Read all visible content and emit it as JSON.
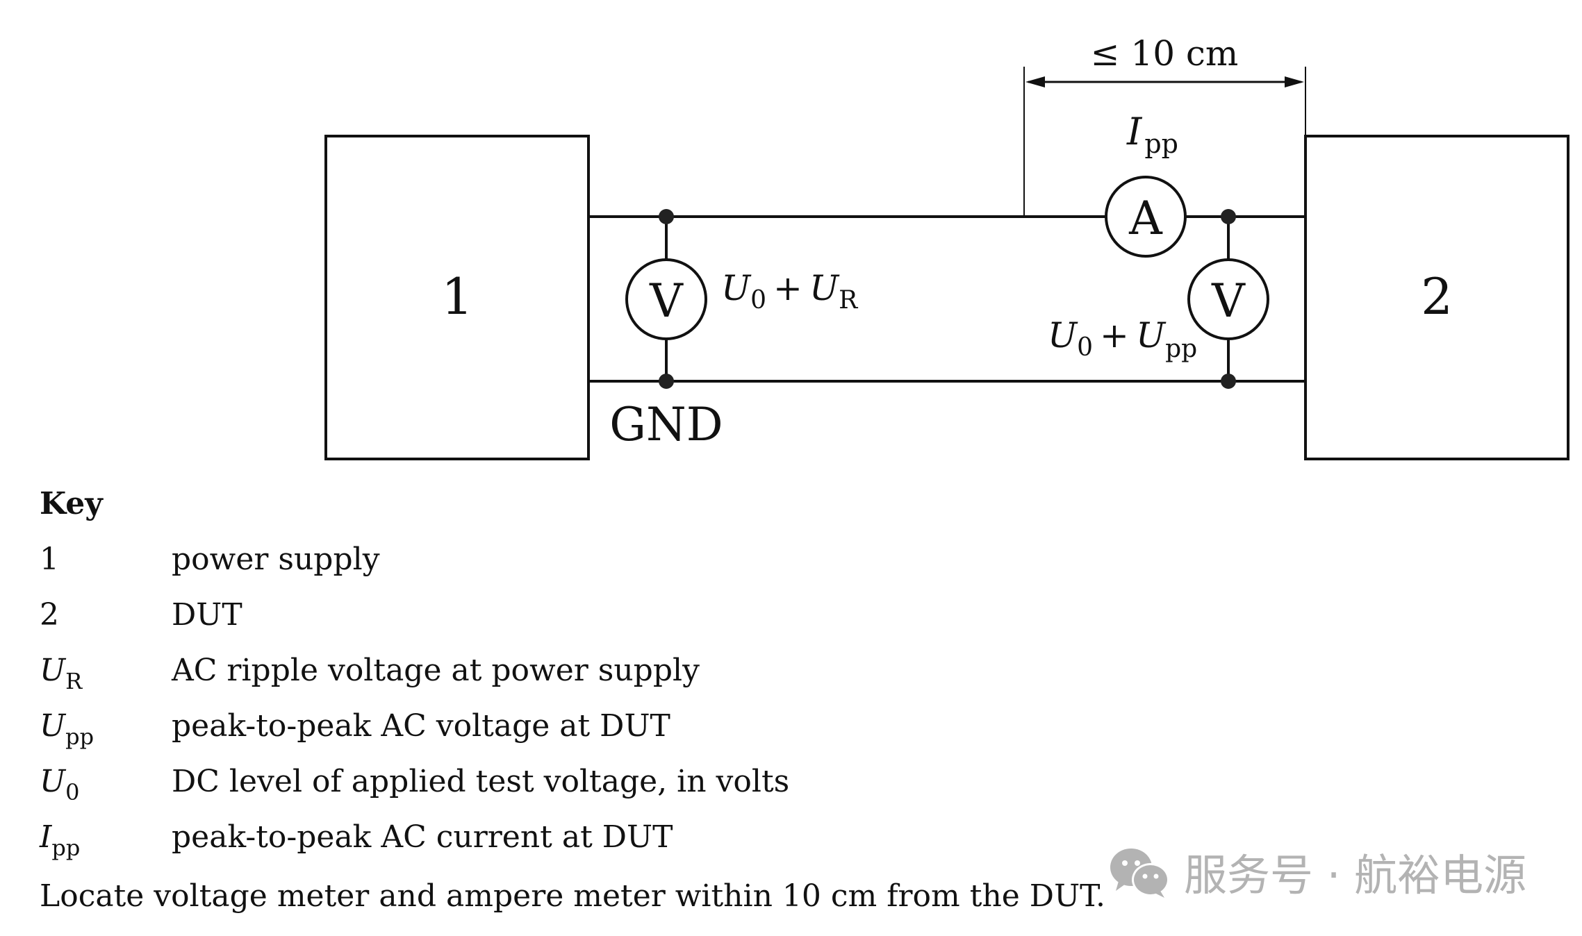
{
  "diagram": {
    "blocks": [
      {
        "id": "1",
        "label": "1"
      },
      {
        "id": "2",
        "label": "2"
      }
    ],
    "meters": {
      "voltmeter_left": {
        "symbol": "V"
      },
      "ammeter": {
        "symbol": "A"
      },
      "voltmeter_right": {
        "symbol": "V"
      }
    },
    "labels": {
      "dimension": "≤ 10 cm",
      "ammeter_var": "I",
      "ammeter_sub": "pp",
      "left_meter_a": "U",
      "left_meter_a_sub": "0",
      "left_meter_plus": "+",
      "left_meter_b": "U",
      "left_meter_b_sub": "R",
      "right_meter_a": "U",
      "right_meter_a_sub": "0",
      "right_meter_plus": "+",
      "right_meter_b": "U",
      "right_meter_b_sub": "pp",
      "ground": "GND"
    }
  },
  "key": {
    "title": "Key",
    "items": [
      {
        "symbol": "1",
        "sub": "",
        "italic": false,
        "description": "power supply"
      },
      {
        "symbol": "2",
        "sub": "",
        "italic": false,
        "description": "DUT"
      },
      {
        "symbol": "U",
        "sub": "R",
        "italic": true,
        "description": "AC ripple voltage at power supply"
      },
      {
        "symbol": "U",
        "sub": "pp",
        "italic": true,
        "description": "peak-to-peak AC voltage at DUT"
      },
      {
        "symbol": "U",
        "sub": "0",
        "italic": true,
        "description": "DC level of applied test voltage, in volts"
      },
      {
        "symbol": "I",
        "sub": "pp",
        "italic": true,
        "description": "peak-to-peak AC current at DUT"
      }
    ],
    "note": "Locate voltage meter and ampere meter within 10 cm from the DUT."
  },
  "watermark": {
    "icon": "wechat-icon",
    "text": "服务号 · 航裕电源"
  }
}
